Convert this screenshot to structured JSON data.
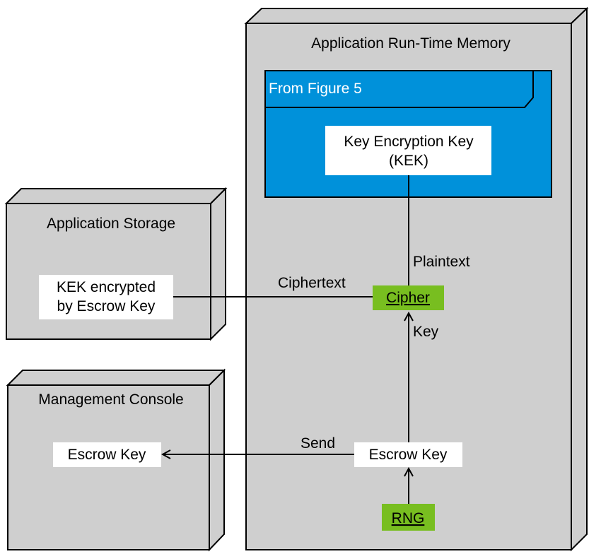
{
  "nodes": {
    "runtime": {
      "title": "Application Run-Time Memory"
    },
    "storage": {
      "title": "Application Storage"
    },
    "console": {
      "title": "Management Console"
    }
  },
  "frame": {
    "title": "From Figure 5"
  },
  "boxes": {
    "kek_line1": "Key Encryption Key",
    "kek_line2": "(KEK)",
    "kek_enc_line1": "KEK encrypted",
    "kek_enc_line2": "by Escrow Key",
    "console_escrow": "Escrow Key",
    "runtime_escrow": "Escrow Key",
    "cipher": "Cipher",
    "rng": "RNG"
  },
  "edges": {
    "plaintext": "Plaintext",
    "ciphertext": "Ciphertext",
    "key": "Key",
    "send": "Send"
  },
  "colors": {
    "node_fill": "#cfcfcf",
    "frame_fill": "#0091da",
    "component_fill": "#78be20",
    "box_fill": "#ffffff"
  }
}
